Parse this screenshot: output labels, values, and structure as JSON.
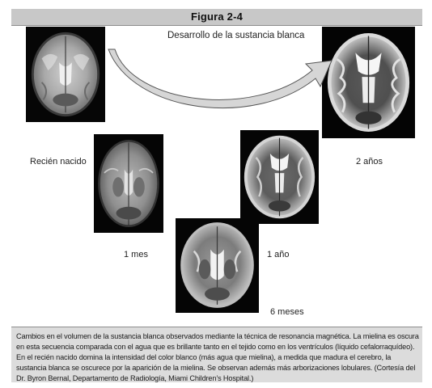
{
  "figure": {
    "title": "Figura 2-4",
    "arrow_caption": "Desarrollo de la sustancia blanca"
  },
  "stages": [
    {
      "label": "Recién nacido"
    },
    {
      "label": "1 mes"
    },
    {
      "label": "6 meses"
    },
    {
      "label": "1 año"
    },
    {
      "label": "2 años"
    }
  ],
  "caption": "Cambios en el volumen de la sustancia blanca observados mediante la técnica de resonancia magnética. La mielina es oscura en esta secuencia comparada con el agua que es brillante tanto en el tejido como en los ventrículos (líquido cefalorraquídeo). En el recién nacido domina la intensidad del color blanco (más agua que mielina), a medida que madura el cerebro, la sustancia blanca se oscurece por la aparición de la mielina. Se observan además más arborizaciones lobulares. (Cortesía del Dr. Byron Bernal, Departamento de Radiología, Miami Children’s Hospital.)",
  "colors": {
    "header_band": "#c8c8c8",
    "caption_band": "#dcdcdc",
    "arrow_fill": "#d6d6d6",
    "arrow_stroke": "#555555"
  }
}
